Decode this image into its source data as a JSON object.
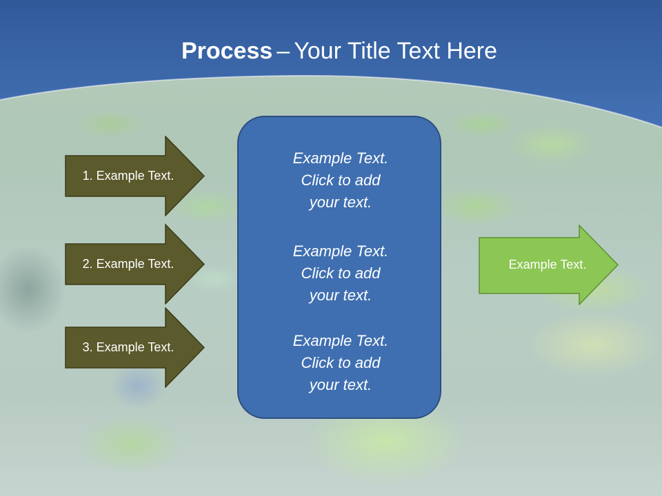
{
  "slide": {
    "title_bold": "Process",
    "title_separator": "–",
    "title_rest": "Your Title Text Here"
  },
  "left_arrows": [
    {
      "label": "1. Example Text."
    },
    {
      "label": "2. Example Text."
    },
    {
      "label": "3. Example Text."
    }
  ],
  "center_box": {
    "blocks": [
      {
        "line1": "Example Text.",
        "line2": "Click  to add",
        "line3": "your text."
      },
      {
        "line1": "Example Text.",
        "line2": "Click  to add",
        "line3": "your text."
      },
      {
        "line1": "Example Text.",
        "line2": "Click  to add",
        "line3": "your text."
      }
    ]
  },
  "right_arrow": {
    "label": "Example Text."
  },
  "colors": {
    "header_blue": "#3a66a8",
    "left_arrow_fill": "#5a5a2c",
    "center_box_fill": "#3f6fb0",
    "right_arrow_fill": "#8cc654"
  }
}
